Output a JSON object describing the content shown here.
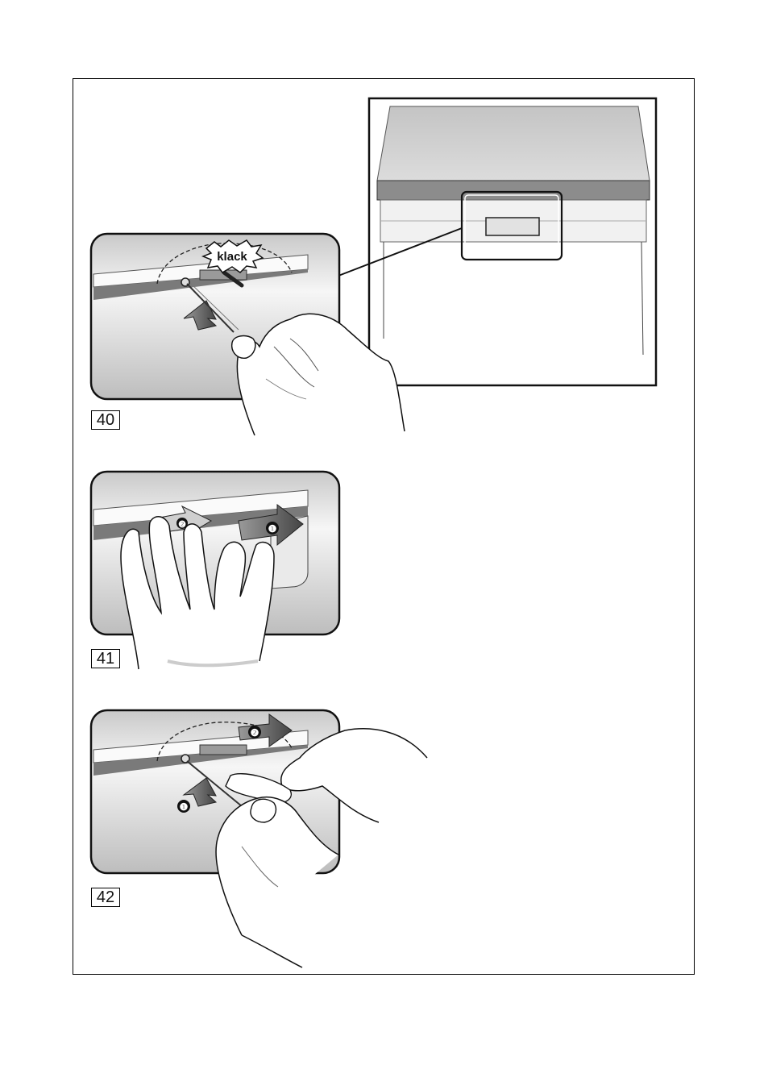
{
  "figures": [
    {
      "number": "40",
      "callout": "klack"
    },
    {
      "number": "41",
      "steps": [
        "❷",
        "❶"
      ]
    },
    {
      "number": "42",
      "steps": [
        "❷",
        "❶"
      ]
    }
  ]
}
